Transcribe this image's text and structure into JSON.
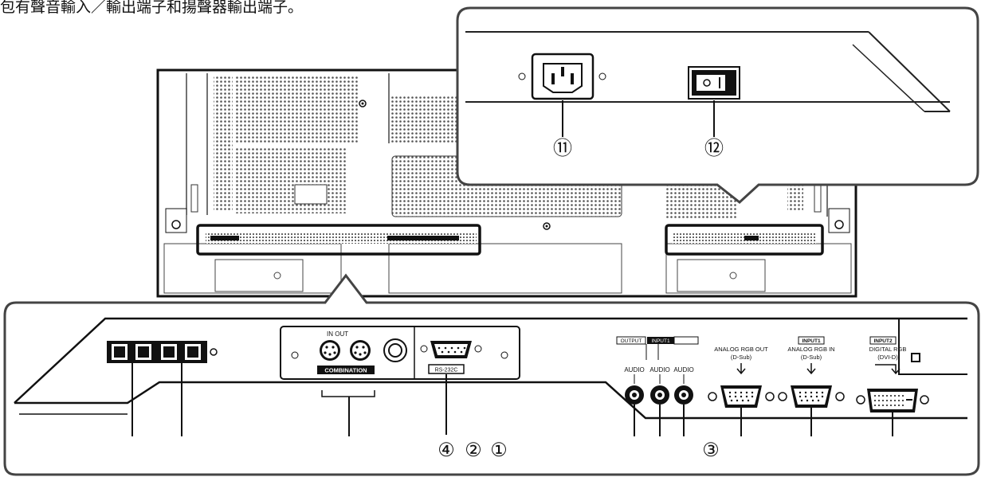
{
  "caption": "包有聲音輸入／輸出端子和揚聲器輸出端子。",
  "callouts": {
    "c11": "⑪",
    "c12": "⑫",
    "c4": "④",
    "c2": "②",
    "c1": "①",
    "c3": "③"
  },
  "panel_labels": {
    "in_out": "IN OUT",
    "combination": "COMBINATION",
    "rs232c": "RS-232C",
    "output": "OUTPUT",
    "input1_small": "INPUT1",
    "audio": "AUDIO",
    "analog_rgb_out": "ANALOG RGB OUT",
    "analog_rgb_in": "ANALOG RGB IN",
    "dsub": "(D-Sub)",
    "input1": "INPUT1",
    "input2": "INPUT2",
    "digital_rgb": "DIGITAL RGB",
    "dvid": "(DVI-D)"
  }
}
